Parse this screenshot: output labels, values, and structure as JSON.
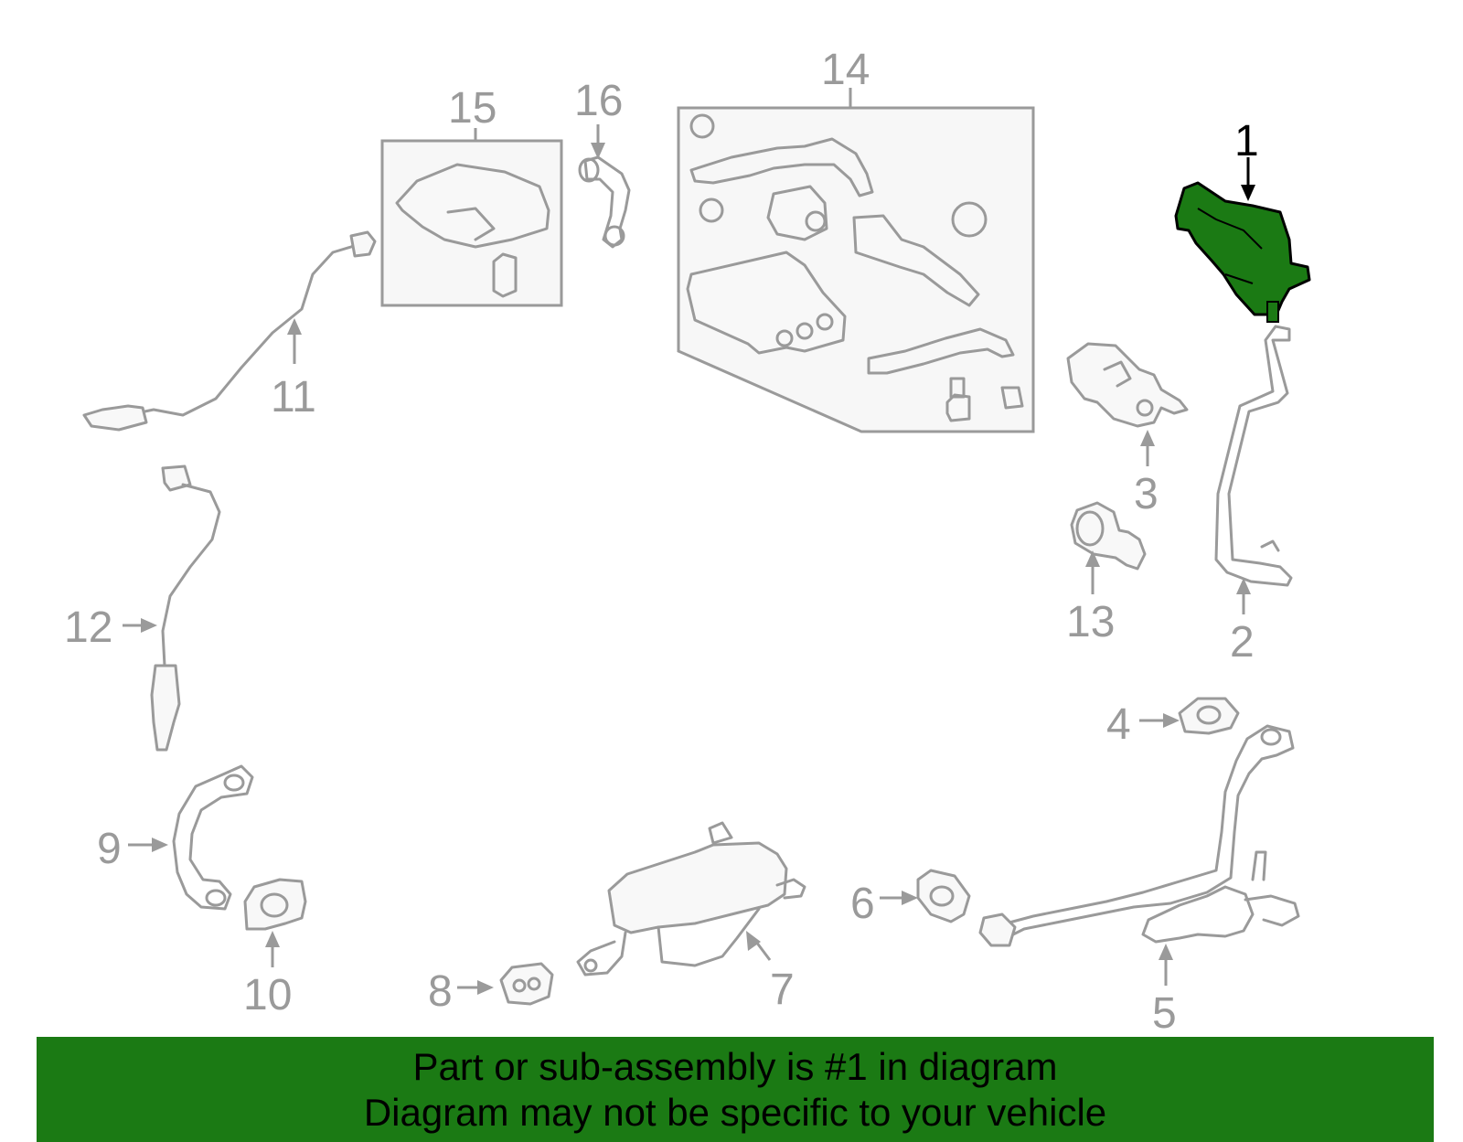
{
  "colors": {
    "highlight_part": "#1b7a14",
    "line_gray": "#9a9a9a",
    "banner": "#1b7a14"
  },
  "callouts": {
    "c1": "1",
    "c2": "2",
    "c3": "3",
    "c4": "4",
    "c5": "5",
    "c6": "6",
    "c7": "7",
    "c8": "8",
    "c9": "9",
    "c10": "10",
    "c11": "11",
    "c12": "12",
    "c13": "13",
    "c14": "14",
    "c15": "15",
    "c16": "16"
  },
  "banner": {
    "line1": "Part or sub-assembly is #1 in diagram",
    "line2": "Diagram may not be specific to your vehicle"
  }
}
